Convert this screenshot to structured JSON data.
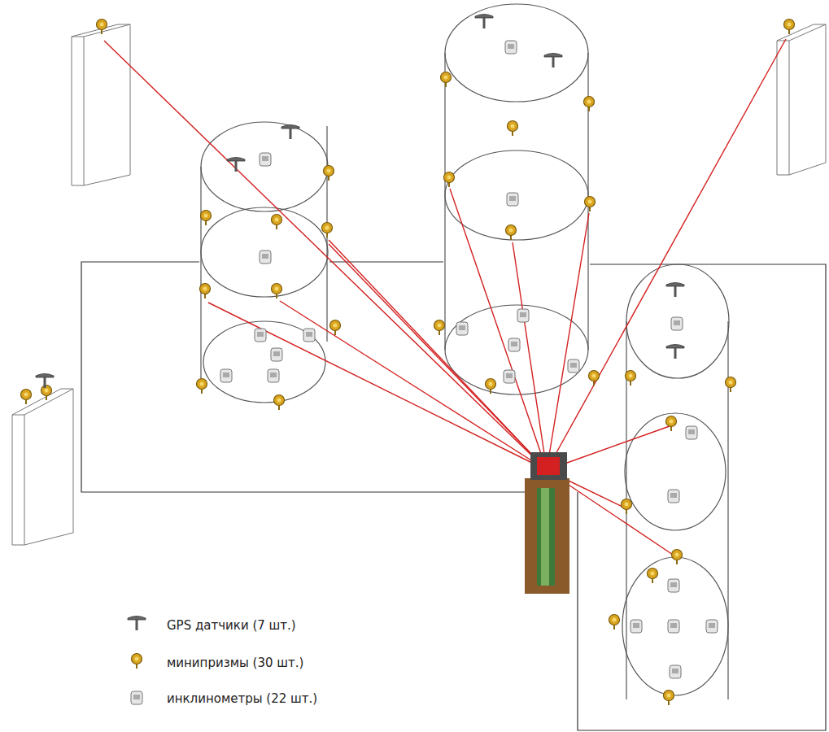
{
  "diagram": {
    "legend": [
      {
        "text": "GPS датчики (7 шт.)"
      },
      {
        "text": "минипризмы (30 шт.)"
      },
      {
        "text": "инклинометры (22 шт.)"
      }
    ]
  }
}
